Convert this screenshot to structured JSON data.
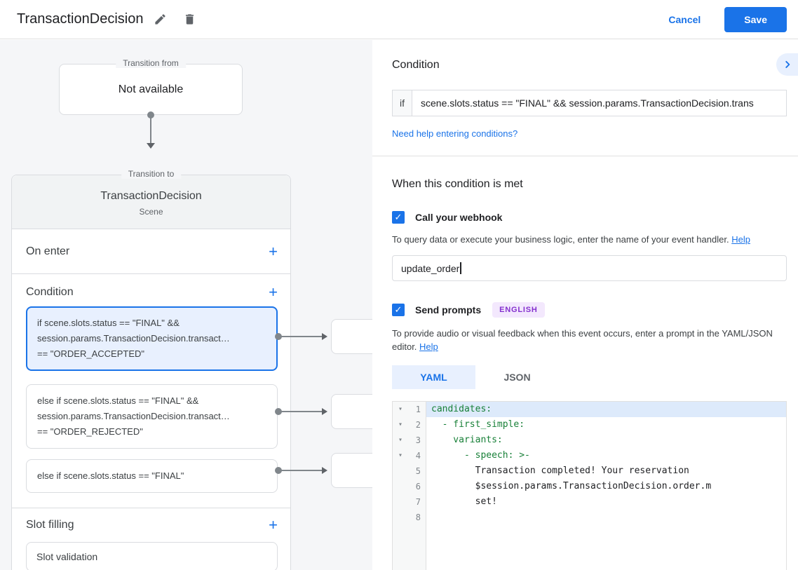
{
  "header": {
    "title": "TransactionDecision",
    "cancel_label": "Cancel",
    "save_label": "Save"
  },
  "icons": {
    "add": "+",
    "fold": "▾",
    "check": "✓",
    "chevron_right": "❯"
  },
  "colors": {
    "accent_blue": "#1a73e8",
    "selected_condition_bg": "#e8f0fe",
    "code_key_green": "#188038",
    "active_line_highlight": "#ddeafb",
    "badge_purple_bg": "#f3e8fd",
    "badge_purple_text": "#8430ce"
  },
  "flow": {
    "transition_from": {
      "label": "Transition from",
      "content": "Not available"
    },
    "transition_to": {
      "label": "Transition to",
      "title": "TransactionDecision",
      "subtitle": "Scene",
      "on_enter_label": "On enter",
      "condition_label": "Condition",
      "slot_filling_label": "Slot filling",
      "conditions": [
        {
          "selected": true,
          "lines": [
            "if scene.slots.status == \"FINAL\" &&",
            "session.params.TransactionDecision.transact…",
            "== \"ORDER_ACCEPTED\""
          ]
        },
        {
          "selected": false,
          "lines": [
            "else if scene.slots.status == \"FINAL\" &&",
            "session.params.TransactionDecision.transact…",
            "== \"ORDER_REJECTED\""
          ]
        },
        {
          "selected": false,
          "lines": [
            "else if scene.slots.status == \"FINAL\""
          ]
        }
      ],
      "slot_validation_label": "Slot validation"
    }
  },
  "panel": {
    "condition_title": "Condition",
    "if_label": "if",
    "condition_value": "scene.slots.status == \"FINAL\" && session.params.TransactionDecision.trans",
    "help_conditions_link": "Need help entering conditions?",
    "when_met_title": "When this condition is met",
    "webhook": {
      "label": "Call your webhook",
      "checked": true,
      "description": "To query data or execute your business logic, enter the name of your event handler.",
      "help_label": "Help",
      "value": "update_order"
    },
    "prompts": {
      "label": "Send prompts",
      "badge": "ENGLISH",
      "checked": true,
      "description": "To provide audio or visual feedback when this event occurs, enter a prompt in the YAML/JSON editor.",
      "help_label": "Help"
    },
    "tabs": [
      {
        "label": "YAML",
        "active": true
      },
      {
        "label": "JSON",
        "active": false
      }
    ],
    "editor": {
      "lines": [
        {
          "num": "1",
          "text": "candidates:",
          "type": "key",
          "fold": true,
          "highlight": true
        },
        {
          "num": "2",
          "text": "  - first_simple:",
          "type": "key",
          "fold": true
        },
        {
          "num": "3",
          "text": "    variants:",
          "type": "key",
          "fold": true
        },
        {
          "num": "4",
          "text": "      - speech: >-",
          "type": "key",
          "fold": true
        },
        {
          "num": "5",
          "text": "        Transaction completed! Your reservation",
          "type": "plain"
        },
        {
          "num": "6",
          "text": "        $session.params.TransactionDecision.order.m",
          "type": "plain"
        },
        {
          "num": "7",
          "text": "        set!",
          "type": "plain"
        },
        {
          "num": "8",
          "text": "",
          "type": "plain"
        }
      ]
    }
  }
}
